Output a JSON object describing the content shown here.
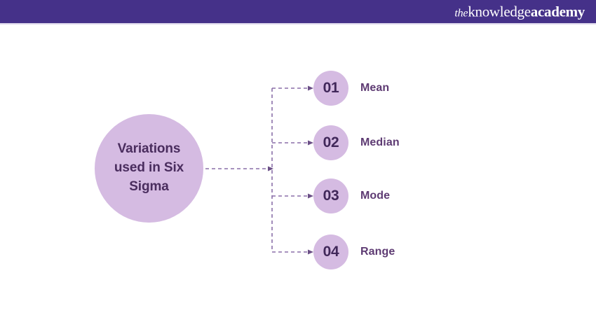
{
  "header": {
    "brand_the": "the",
    "brand_knowledge": "knowledge",
    "brand_academy": "academy",
    "background_color": "#453189"
  },
  "diagram": {
    "type": "tree",
    "main_node": {
      "label": "Variations\nused in Six\nSigma",
      "fill_color": "#d5bbe2",
      "text_color": "#4a2d5e"
    },
    "connector_color": "#8a6fa8",
    "branches": [
      {
        "number": "01",
        "label": "Mean"
      },
      {
        "number": "02",
        "label": "Median"
      },
      {
        "number": "03",
        "label": "Mode"
      },
      {
        "number": "04",
        "label": "Range"
      }
    ],
    "badge_fill_color": "#d5bbe2",
    "badge_text_color": "#41285a",
    "label_text_color": "#5e3b73"
  }
}
